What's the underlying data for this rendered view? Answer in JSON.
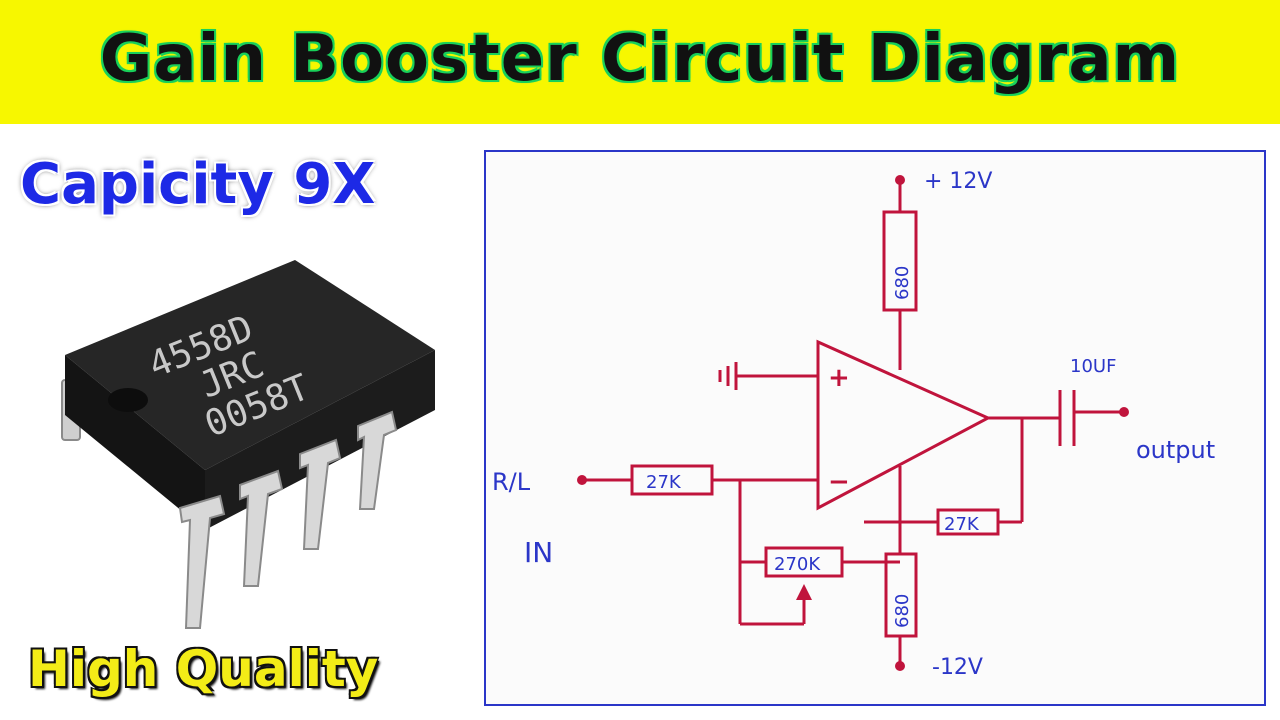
{
  "header": {
    "title": "Gain Booster Circuit Diagram"
  },
  "subtitle": "Capicity 9X",
  "footer_label": "High Quality",
  "chip": {
    "line1": "4558D",
    "line2": "JRC",
    "line3": "0058T"
  },
  "schematic": {
    "supply_positive": "+ 12V",
    "supply_negative": "-12V",
    "resistor_top": "680",
    "resistor_bottom": "680",
    "resistor_input": "27K",
    "resistor_feedback": "27K",
    "potentiometer": "270K",
    "capacitor": "10UF",
    "input_channel": "R/L",
    "input_label": "IN",
    "output_label": "output",
    "opamp_plus": "+",
    "opamp_minus": "−"
  },
  "colors": {
    "banner": "#f7f700",
    "title_glow": "#19d05a",
    "subtitle": "#1d29e6",
    "footer": "#f3ec17",
    "wire": "#c0143c",
    "ink": "#2b36c8"
  }
}
